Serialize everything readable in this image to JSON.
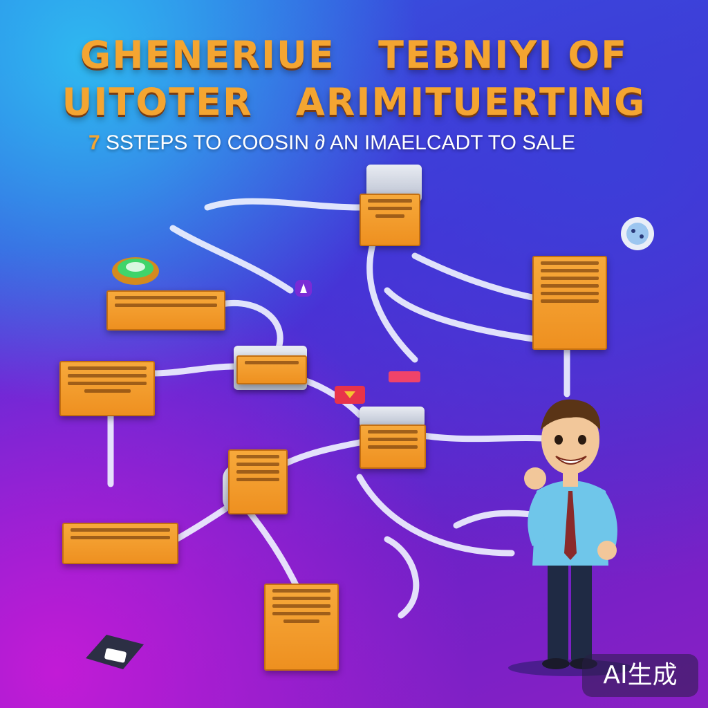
{
  "header": {
    "title_line_1": "GHENERIUE   TEBNIYI OF",
    "title_line_2": "UITOTER   ARIMITUERTING",
    "subtitle_number": "7",
    "subtitle_text": " SSTEPS TO COOSIN ∂ AN IMAELCADT TO SALE"
  },
  "diagram": {
    "nodes": [
      {
        "id": "top-card",
        "title": "",
        "lines": 3
      },
      {
        "id": "left-upper-card",
        "title": "",
        "lines": 2
      },
      {
        "id": "right-upper-card",
        "title": "",
        "lines": 6
      },
      {
        "id": "left-mid-card",
        "title": "",
        "lines": 4
      },
      {
        "id": "center-card",
        "title": "",
        "lines": 1
      },
      {
        "id": "center-right-card",
        "title": "",
        "lines": 3
      },
      {
        "id": "center-lower-card",
        "title": "",
        "lines": 4
      },
      {
        "id": "left-lower-card",
        "title": "",
        "lines": 2
      },
      {
        "id": "bottom-card",
        "title": "",
        "lines": 5
      }
    ]
  },
  "watermark": {
    "text": "AI生成"
  },
  "colors": {
    "card": "#f4a531",
    "title": "#f4a531",
    "connector": "#eef1ff",
    "background_start": "#2a6fe6",
    "background_end": "#8a1fc4"
  },
  "icons": [
    "gamepad-icon",
    "app-badge-icon",
    "shield-icon",
    "dice-icon",
    "tag-icon",
    "keyboard-icon",
    "device-icon"
  ]
}
